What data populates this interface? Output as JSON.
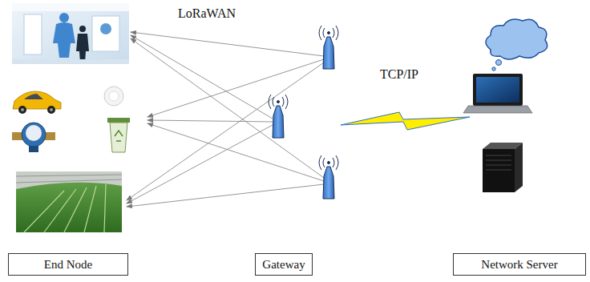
{
  "diagram": {
    "nodes": [
      {
        "text": [
          "End Node"
        ]
      },
      {
        "text": [
          "Gateway"
        ]
      },
      {
        "text": [
          "Network Server"
        ]
      }
    ],
    "labels": [
      "LoRaWAN",
      "TCP/IP"
    ]
  }
}
